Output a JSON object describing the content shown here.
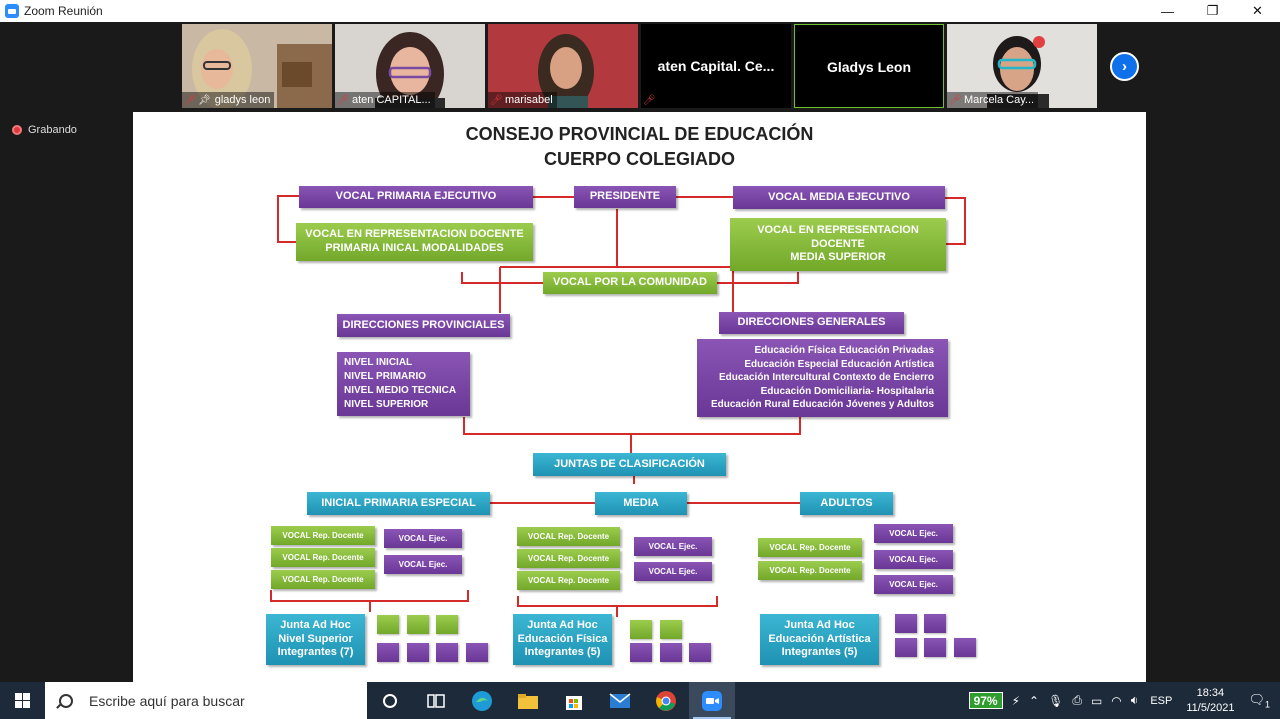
{
  "window": {
    "title": "Zoom Reunión",
    "minimize": "—",
    "restore": "❐",
    "close": "✕"
  },
  "gallery": {
    "participants": [
      {
        "name": "gladys leon",
        "muted": true,
        "pinned": true,
        "video": true
      },
      {
        "name": "aten CAPITAL...",
        "muted": true,
        "video": true
      },
      {
        "name": "marisabel",
        "muted": true,
        "video": true
      },
      {
        "display_name": "aten  Capital.  Ce...",
        "muted": true,
        "video": false
      },
      {
        "display_name": "Gladys Leon",
        "video": false,
        "active_speaker": true
      },
      {
        "name": "Marcela Cay...",
        "muted": true,
        "video": true
      }
    ],
    "next_label": "›"
  },
  "recording": {
    "label": "Grabando"
  },
  "slide": {
    "title_line1": "CONSEJO PROVINCIAL DE EDUCACIÓN",
    "title_line2": "CUERPO COLEGIADO",
    "vocal_primaria": "VOCAL PRIMARIA EJECUTIVO",
    "presidente": "PRESIDENTE",
    "vocal_media": "VOCAL MEDIA EJECUTIVO",
    "vocal_rep_primaria_1": "VOCAL EN REPRESENTACION DOCENTE",
    "vocal_rep_primaria_2": "PRIMARIA INICAL MODALIDADES",
    "vocal_rep_media_1": "VOCAL EN REPRESENTACION",
    "vocal_rep_media_2": "DOCENTE",
    "vocal_rep_media_3": "MEDIA SUPERIOR",
    "vocal_comunidad": "VOCAL POR LA COMUNIDAD",
    "dir_provinciales": "DIRECCIONES PROVINCIALES",
    "dir_generales": "DIRECCIONES GENERALES",
    "niveles": [
      "NIVEL INICIAL",
      "NIVEL PRIMARIO",
      "NIVEL MEDIO TECNICA",
      "NIVEL SUPERIOR"
    ],
    "dg_rows": [
      "Educación Física     Educación Privadas",
      "Educación Especial     Educación Artística",
      "Educación Intercultural     Contexto de Encierro",
      "Educación Domiciliaria- Hospitalaria",
      "Educación Rural     Educación Jóvenes y Adultos"
    ],
    "juntas": "JUNTAS DE CLASIFICACIÓN",
    "inicial": "INICIAL PRIMARIA ESPECIAL",
    "media": "MEDIA",
    "adultos": "ADULTOS",
    "vocal_rep_docente": "VOCAL Rep. Docente",
    "vocal_ejec": "VOCAL Ejec.",
    "junta_superior": [
      "Junta Ad Hoc",
      "Nivel Superior",
      "Integrantes (7)"
    ],
    "junta_fisica": [
      "Junta Ad Hoc",
      "Educación Física",
      "Integrantes (5)"
    ],
    "junta_artistica": [
      "Junta Ad Hoc",
      "Educación Artística",
      "Integrantes (5)"
    ]
  },
  "taskbar": {
    "search_placeholder": "Escribe aquí para buscar",
    "icons": [
      "cortana-icon",
      "task-view-icon",
      "edge-icon",
      "file-explorer-icon",
      "store-icon",
      "mail-icon",
      "chrome-icon",
      "zoom-icon"
    ],
    "battery": "97%",
    "language": "ESP",
    "time": "18:34",
    "date": "11/5/2021",
    "notifications": "1"
  },
  "colors": {
    "purple": "#7b46a6",
    "green": "#85b83a",
    "teal": "#2aa5c4",
    "connector": "#d42a2a",
    "zoom_blue": "#0e71eb"
  }
}
